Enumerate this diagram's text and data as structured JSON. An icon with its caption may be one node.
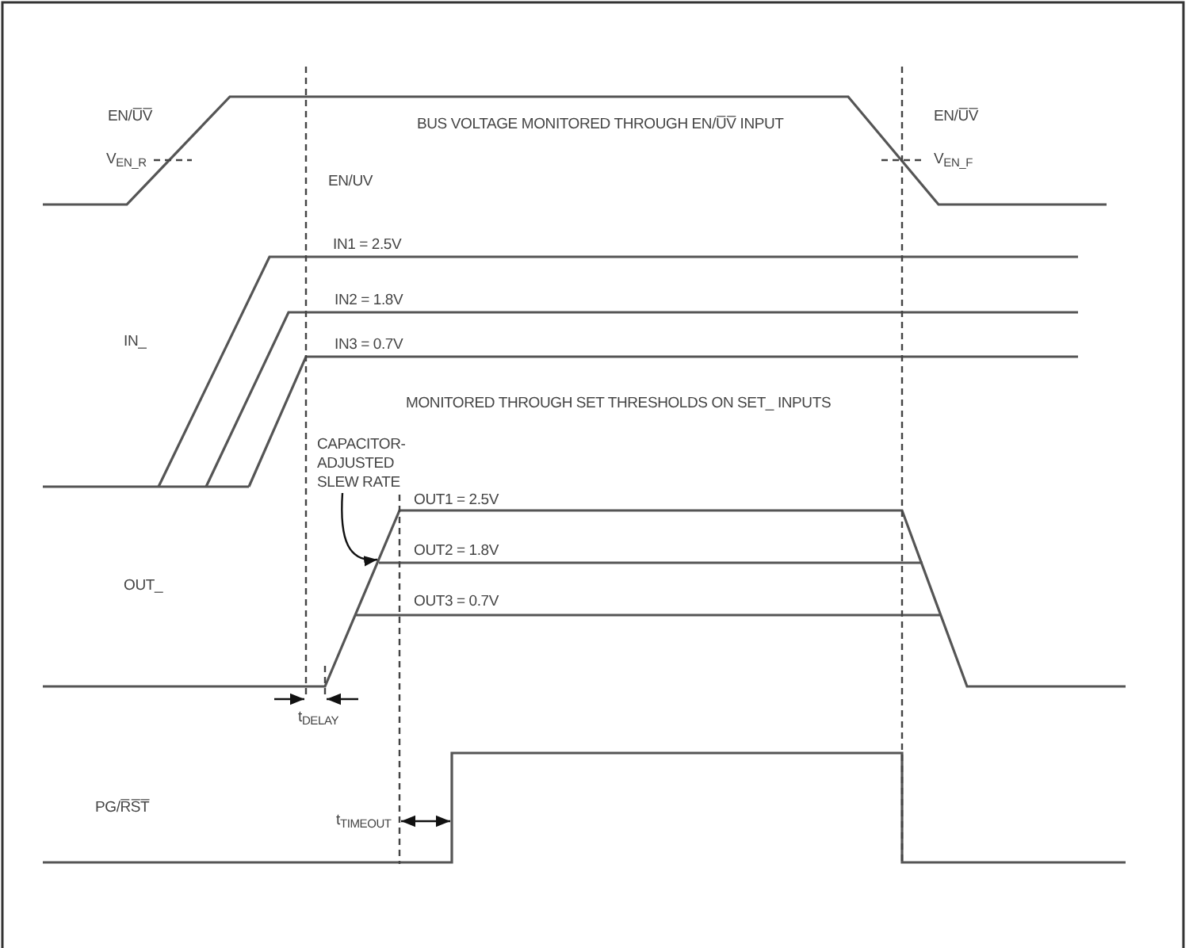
{
  "diagram": {
    "nodes": [
      {
        "text": [
          "CAPACITOR-ADJUSTED SLEW RATE"
        ]
      },
      {
        "text": [],
        "shape": "line"
      }
    ],
    "edges": [
      {
        "from": 0,
        "to": 1,
        "arrow": "to"
      }
    ],
    "labels": [
      "EN/U̅V̅",
      "BUS VOLTAGE MONITORED THROUGH EN/U̅V̅ INPUT",
      "EN/U̅V̅",
      "V$_{EN_R}$",
      "V$_{EN_F}$",
      "EN/UV",
      "IN1 = 2.5V",
      "IN2 = 1.8V",
      "IN_",
      "IN3 = 0.7V",
      "MONITORED THROUGH SET THRESHOLDS ON SET_ INPUTS",
      "OUT1 = 2.5V",
      "OUT2 = 1.8V",
      "OUT_",
      "OUT3 = 0.7V",
      "t$_{DELAY}$",
      "PG/R̅S̅T̅",
      "t$_{TIMEOUT}$"
    ]
  }
}
